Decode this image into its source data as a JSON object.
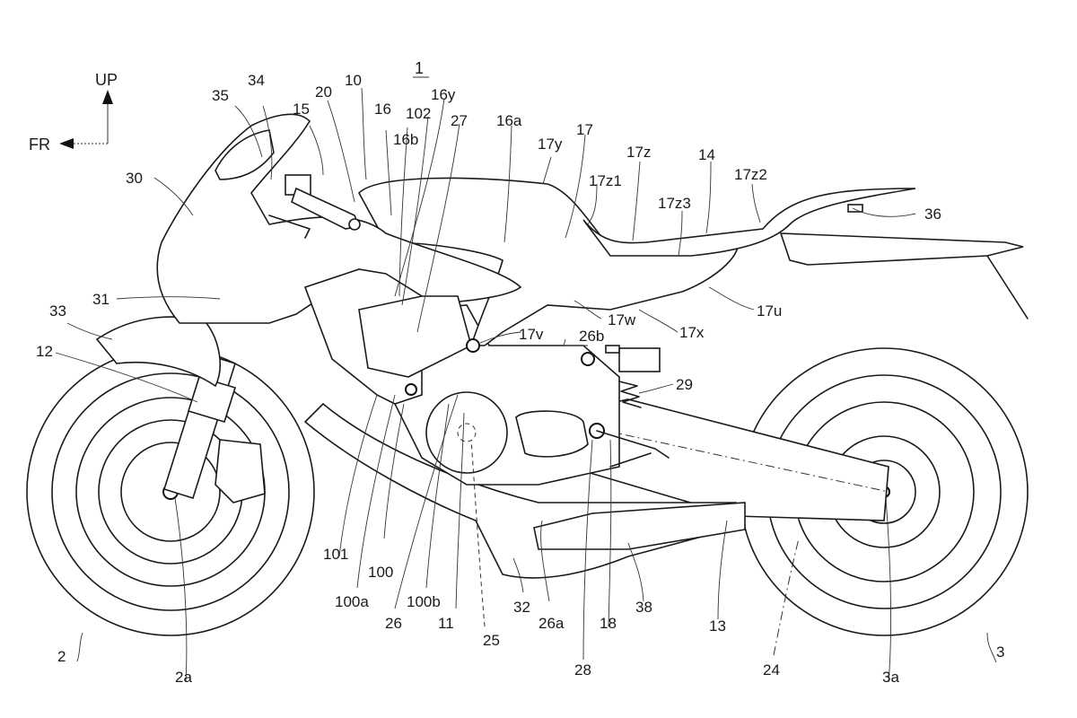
{
  "figure": {
    "title": "Motorcycle side view (patent drawing)",
    "ref_main": "1",
    "direction_indicator": {
      "up_label": "UP",
      "front_label": "FR"
    }
  },
  "labels": [
    {
      "id": "l35",
      "text": "35"
    },
    {
      "id": "l34",
      "text": "34"
    },
    {
      "id": "l20",
      "text": "20"
    },
    {
      "id": "l10",
      "text": "10"
    },
    {
      "id": "l15",
      "text": "15"
    },
    {
      "id": "l16",
      "text": "16"
    },
    {
      "id": "l16y",
      "text": "16y"
    },
    {
      "id": "l102",
      "text": "102"
    },
    {
      "id": "l27",
      "text": "27"
    },
    {
      "id": "l16b",
      "text": "16b"
    },
    {
      "id": "l16a",
      "text": "16a"
    },
    {
      "id": "l17y",
      "text": "17y"
    },
    {
      "id": "l17",
      "text": "17"
    },
    {
      "id": "l17z",
      "text": "17z"
    },
    {
      "id": "l14",
      "text": "14"
    },
    {
      "id": "l17z2",
      "text": "17z2"
    },
    {
      "id": "l17z1",
      "text": "17z1"
    },
    {
      "id": "l17z3",
      "text": "17z3"
    },
    {
      "id": "l36",
      "text": "36"
    },
    {
      "id": "l30",
      "text": "30"
    },
    {
      "id": "l31",
      "text": "31"
    },
    {
      "id": "l33",
      "text": "33"
    },
    {
      "id": "l12",
      "text": "12"
    },
    {
      "id": "l17w",
      "text": "17w"
    },
    {
      "id": "l17x",
      "text": "17x"
    },
    {
      "id": "l17u",
      "text": "17u"
    },
    {
      "id": "l17v",
      "text": "17v"
    },
    {
      "id": "l26b",
      "text": "26b"
    },
    {
      "id": "l29",
      "text": "29"
    },
    {
      "id": "l101",
      "text": "101"
    },
    {
      "id": "l100",
      "text": "100"
    },
    {
      "id": "l100a",
      "text": "100a"
    },
    {
      "id": "l100b",
      "text": "100b"
    },
    {
      "id": "l26",
      "text": "26"
    },
    {
      "id": "l11",
      "text": "11"
    },
    {
      "id": "l25",
      "text": "25"
    },
    {
      "id": "l32",
      "text": "32"
    },
    {
      "id": "l26a",
      "text": "26a"
    },
    {
      "id": "l28",
      "text": "28"
    },
    {
      "id": "l18",
      "text": "18"
    },
    {
      "id": "l38",
      "text": "38"
    },
    {
      "id": "l13",
      "text": "13"
    },
    {
      "id": "l24",
      "text": "24"
    },
    {
      "id": "l2",
      "text": "2"
    },
    {
      "id": "l2a",
      "text": "2a"
    },
    {
      "id": "l3",
      "text": "3"
    },
    {
      "id": "l3a",
      "text": "3a"
    }
  ]
}
